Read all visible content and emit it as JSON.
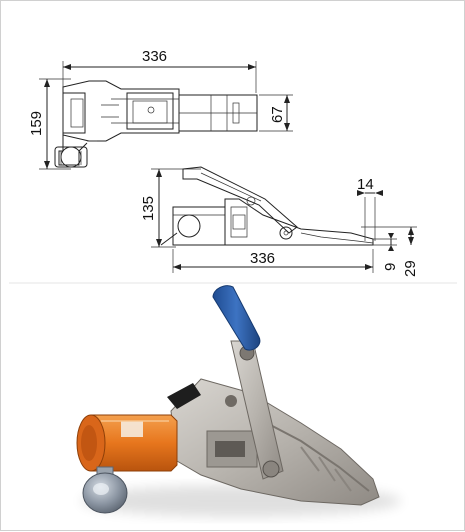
{
  "top_view": {
    "length_label": "336",
    "height_label": "159",
    "width_label": "67"
  },
  "side_view": {
    "length_label": "336",
    "height_label": "135",
    "jaw_label": "14",
    "tip_label_small": "9",
    "tip_label_large": "29"
  },
  "photo": {
    "handle_color": "#2d5fa8",
    "cylinder_color": "#e7761d",
    "body_color": "#b7b3ad",
    "knob_color": "#8c96a3"
  }
}
